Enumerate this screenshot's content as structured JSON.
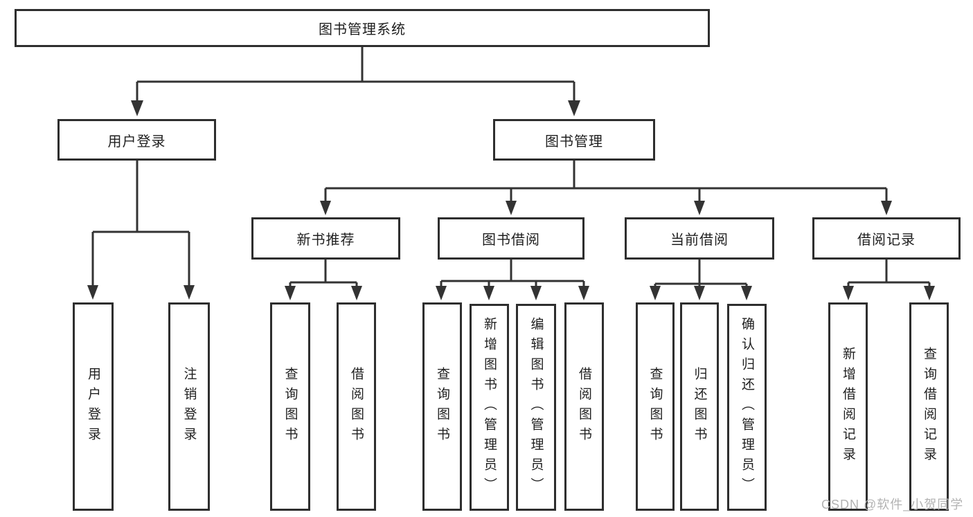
{
  "nodes": {
    "root": "图书管理系统",
    "user_login": "用户登录",
    "book_management": "图书管理",
    "new_book_recommend": "新书推荐",
    "book_borrow": "图书借阅",
    "current_borrow": "当前借阅",
    "borrow_record": "借阅记录",
    "leaf_user_login": "用户登录",
    "leaf_logout": "注销登录",
    "nbr_query_book": "查询图书",
    "nbr_borrow_book": "借阅图书",
    "bb_query_book": "查询图书",
    "bb_add_book": "新增图书（管理员）",
    "bb_edit_book": "编辑图书（管理员）",
    "bb_borrow_book": "借阅图书",
    "cb_query_book": "查询图书",
    "cb_return_book": "归还图书",
    "cb_confirm_return": "确认归还（管理员）",
    "br_add_record": "新增借阅记录",
    "br_query_record": "查询借阅记录"
  },
  "watermark": {
    "text": "CSDN @软件_小贺同学"
  },
  "colors": {
    "line": "#333333",
    "box_border": "#2e2e2e",
    "box_fill": "#ffffff",
    "text": "#1f1f1f",
    "watermark": "#b3b3b3",
    "background": "#ffffff"
  }
}
